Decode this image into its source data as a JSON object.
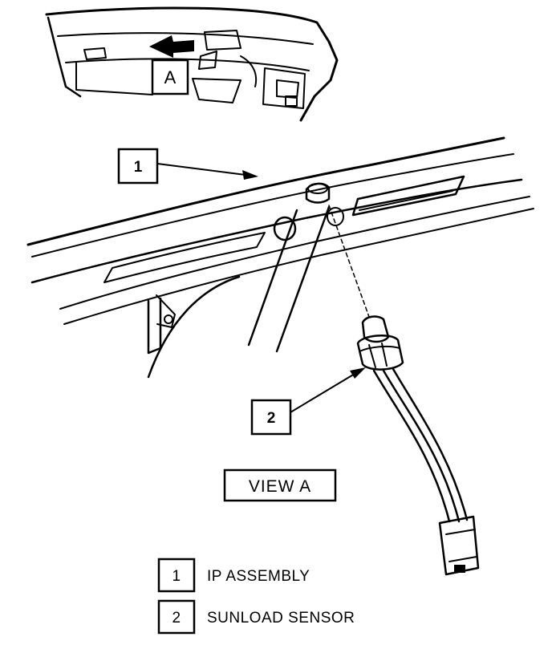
{
  "inset": {
    "view_marker": "A"
  },
  "callouts": [
    {
      "number": "1"
    },
    {
      "number": "2"
    }
  ],
  "view_label": "VIEW A",
  "legend": [
    {
      "number": "1",
      "text": "IP ASSEMBLY"
    },
    {
      "number": "2",
      "text": "SUNLOAD SENSOR"
    }
  ]
}
